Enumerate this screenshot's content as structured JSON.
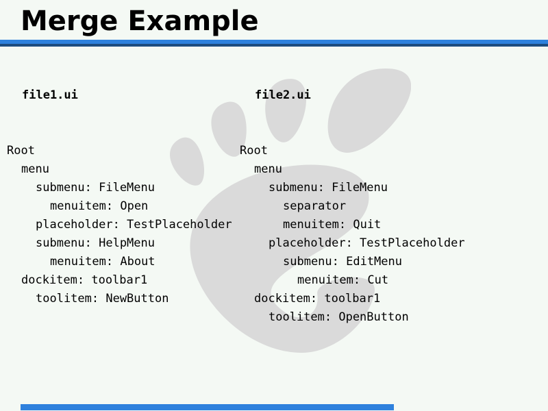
{
  "slide": {
    "title": "Merge Example",
    "watermark_icon": "gnome-foot",
    "colors": {
      "background": "#f4f9f4",
      "accent_blue": "#2e81dd",
      "accent_navy": "#1d4c7f",
      "watermark_gray": "#dadada",
      "text": "#000000"
    }
  },
  "columns": [
    {
      "header": "file1.ui",
      "tree": [
        {
          "level": 0,
          "text": "Root"
        },
        {
          "level": 1,
          "text": "menu"
        },
        {
          "level": 2,
          "text": "submenu: FileMenu"
        },
        {
          "level": 3,
          "text": "menuitem: Open"
        },
        {
          "level": 2,
          "text": "placeholder: TestPlaceholder"
        },
        {
          "level": 2,
          "text": "submenu: HelpMenu"
        },
        {
          "level": 3,
          "text": "menuitem: About"
        },
        {
          "level": 1,
          "text": "dockitem: toolbar1"
        },
        {
          "level": 2,
          "text": "toolitem: NewButton"
        }
      ]
    },
    {
      "header": "file2.ui",
      "tree": [
        {
          "level": 0,
          "text": "Root"
        },
        {
          "level": 1,
          "text": "menu"
        },
        {
          "level": 2,
          "text": "submenu: FileMenu"
        },
        {
          "level": 3,
          "text": "separator"
        },
        {
          "level": 3,
          "text": "menuitem: Quit"
        },
        {
          "level": 2,
          "text": "placeholder: TestPlaceholder"
        },
        {
          "level": 3,
          "text": "submenu: EditMenu"
        },
        {
          "level": 4,
          "text": "menuitem: Cut"
        },
        {
          "level": 1,
          "text": "dockitem: toolbar1"
        },
        {
          "level": 2,
          "text": "toolitem: OpenButton"
        }
      ]
    }
  ]
}
